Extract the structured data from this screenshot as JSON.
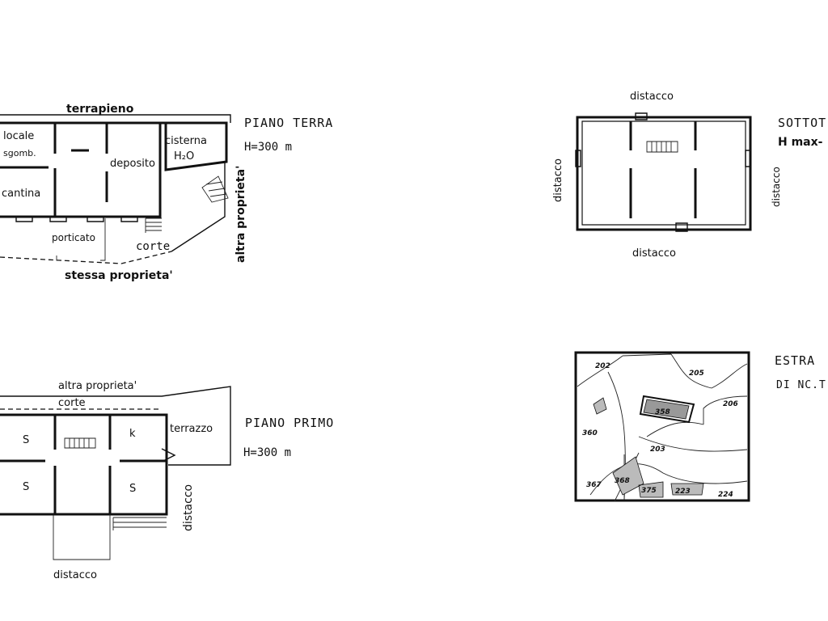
{
  "piano_terra": {
    "title": "PIANO  TERRA",
    "height": "H=300 m",
    "labels": {
      "top": "terrapieno",
      "right": "altra proprieta'",
      "bottom": "stessa proprieta'",
      "porticato": "porticato",
      "corte": "corte"
    },
    "rooms": {
      "locale": "locale",
      "sgomb": "sgomb.",
      "cisterna": "cisterna",
      "h2o": "H₂O",
      "deposito": "deposito",
      "cantina": "cantina"
    }
  },
  "sottotetto": {
    "title": "SOTTOT",
    "height": "H max-",
    "labels": {
      "top": "distacco",
      "bottom": "distacco",
      "left": "distacco",
      "right": "distacco"
    }
  },
  "piano_primo": {
    "title": "PIANO  PRIMO",
    "height": "H=300 m",
    "labels": {
      "top": "altra proprieta'",
      "corte": "corte",
      "terrazzo": "terrazzo",
      "right": "distacco",
      "bottom": "distacco"
    },
    "rooms": {
      "room_a": "S",
      "room_b": "k",
      "room_c": "S",
      "room_d": "S"
    }
  },
  "estratto": {
    "title": "ESTRA",
    "subtitle": "DI  NC.T",
    "parcels": [
      "202",
      "205",
      "206",
      "360",
      "203",
      "367",
      "368",
      "375",
      "223",
      "224",
      "358"
    ]
  }
}
